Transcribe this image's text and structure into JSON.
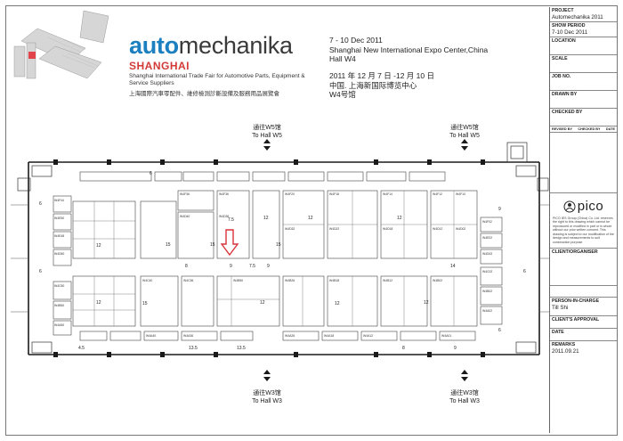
{
  "header": {
    "logo_accent": "auto",
    "logo_rest": "mechanika",
    "logo_city": "SHANGHAI",
    "logo_desc": "Shanghai International Trade Fair for Automotive Parts, Equipment & Service Suppliers",
    "logo_cn": "上海國際汽車零配件、維修檢測診斷設備及服務用品展覽會",
    "event_dates": "7 - 10 Dec 2011",
    "event_venue": "Shanghai New International Expo Center,China",
    "event_hall": "Hall W4",
    "event_dates_cn": "2011 年 12 月 7 日 -12 月 10 日",
    "event_venue_cn": "中国. 上海新国际博览中心",
    "event_hall_cn": "W4号馆"
  },
  "colors": {
    "brand_blue": "#1b7fc0",
    "brand_red": "#d23a37",
    "arrow_red": "#d8343a",
    "wall": "#1a1a1a"
  },
  "plan": {
    "entrances": {
      "top_left_cn": "通往W5馆",
      "top_left_en": "To Hall W5",
      "top_right_cn": "通往W5馆",
      "top_right_en": "To Hall W5",
      "bottom_left_cn": "通往W3馆",
      "bottom_left_en": "To Hall W3",
      "bottom_right_cn": "通往W3馆",
      "bottom_right_en": "To Hall W3"
    },
    "you_are_here_icon": "down-arrow-icon",
    "dims": {
      "a1": "15",
      "a2": "12",
      "a3": "15",
      "a4": "12",
      "a5": "15",
      "a6": "12",
      "b1": "7.5",
      "b2": "9",
      "b3": "7.5",
      "b4": "8",
      "b5": "14",
      "c1": "12",
      "c2": "12",
      "c3": "12",
      "c4": "12",
      "d1": "13.5",
      "d2": "13.5",
      "d3": "8",
      "d4": "9",
      "e1": "4.5",
      "e2": "6",
      "e3": "6",
      "e4": "6",
      "s1": "6",
      "s2": "9",
      "s3": "12",
      "s4": "15",
      "s5": "9",
      "s6": "6"
    },
    "booths": {
      "r1": [
        "W4F36",
        "W4F36",
        "W4F20",
        "W4F18",
        "W4F14",
        "W4F12",
        "W4F10"
      ],
      "r2": [
        "W4D40",
        "W4D36",
        "W4D32",
        "W4D22",
        "W4D18",
        "W4D12",
        "W4D02"
      ],
      "r3": [
        "W4C40",
        "W4C36",
        "W4B50",
        "W4B26",
        "W4B18",
        "W4B12",
        "W4B02"
      ],
      "r4": [
        "W4A40",
        "W4A36",
        "W4A26",
        "W4A18",
        "W4A12",
        "W4A01"
      ],
      "left": [
        "W4F44",
        "W4E50",
        "W4E48",
        "W4D50",
        "W4C50",
        "W4B50",
        "W4A50"
      ],
      "right": [
        "W4F02",
        "W4E02",
        "W4D02",
        "W4C02",
        "W4B02",
        "W4A02"
      ]
    }
  },
  "title_block": {
    "project_label": "PROJECT",
    "project_value": "Automechanika 2011",
    "show_period_label": "SHOW PERIOD",
    "show_period_value": "7-10 Dec 2011",
    "location_label": "LOCATION",
    "scale_label": "SCALE",
    "job_no_label": "JOB NO.",
    "drawn_by_label": "DRAWN BY",
    "checked_by_label": "CHECKED BY",
    "revised_by": "REVISED BY",
    "checked_by_small": "CHECKED BY",
    "date_small": "DATE",
    "pico_word": "pico",
    "pico_disclaimer": "PICO IES Group (China) Co. Ltd. reserves the right to this drawing which cannot be reproduced or modified in part or in whole without our prior written consent. This drawing is subject to our modification of the design and measurements to suit construction purpose",
    "client_label": "CLIENT/ORGANISER",
    "person_label": "PERSON-IN-CHARGE",
    "person_value": "Till Shi",
    "approval_label": "CLIENT'S APPROVAL",
    "date_label": "DATE",
    "remarks_label": "REMARKS",
    "remarks_value": "2011.09.21"
  }
}
